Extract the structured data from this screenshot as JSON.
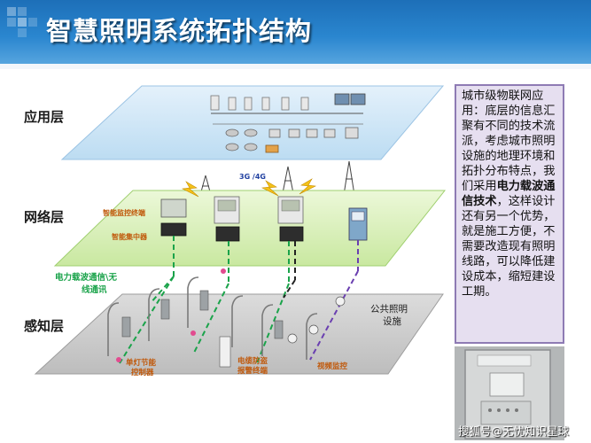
{
  "header": {
    "title": "智慧照明系统拓扑结构"
  },
  "layers": {
    "app": "应用层",
    "network": "网络层",
    "sense": "感知层"
  },
  "network_plane": {
    "label_3g4g": "3G /4G",
    "label_monitor_terminal": "智能监控终端",
    "label_concentrator": "智能集中器"
  },
  "channel_label": "电力载波通信\\无线通讯",
  "sense_plane": {
    "public_lighting": "公共照明\n设施",
    "single_lamp_controller": "单灯节能\n控制器",
    "anti_theft_terminal": "电缆防盗\n报警终端",
    "video_monitor": "视频监控"
  },
  "side_panel": {
    "text_1": "城市级物联网应用：底层的信息汇聚有不同的技术流派，考虑城市照明设施的地理环境和拓扑分布特点，我们采用",
    "text_bold": "电力载波通信技术",
    "text_2": "，这样设计还有另一个优势，就是施工方便，不需要改造现有照明线路，可以降低建设成本，缩短建设工期。"
  },
  "watermark": "搜狐号@无忧知识星球",
  "colors": {
    "title_bg": "#2a86cf",
    "app_plane": "#cfe6f6",
    "network_plane": "#d9f0b9",
    "sense_plane": "#cfcfcf",
    "green_link": "#1aa34a",
    "purple_link": "#6a3fb0",
    "label_orange": "#c0580a",
    "side_box_bg": "#e6dff0"
  }
}
